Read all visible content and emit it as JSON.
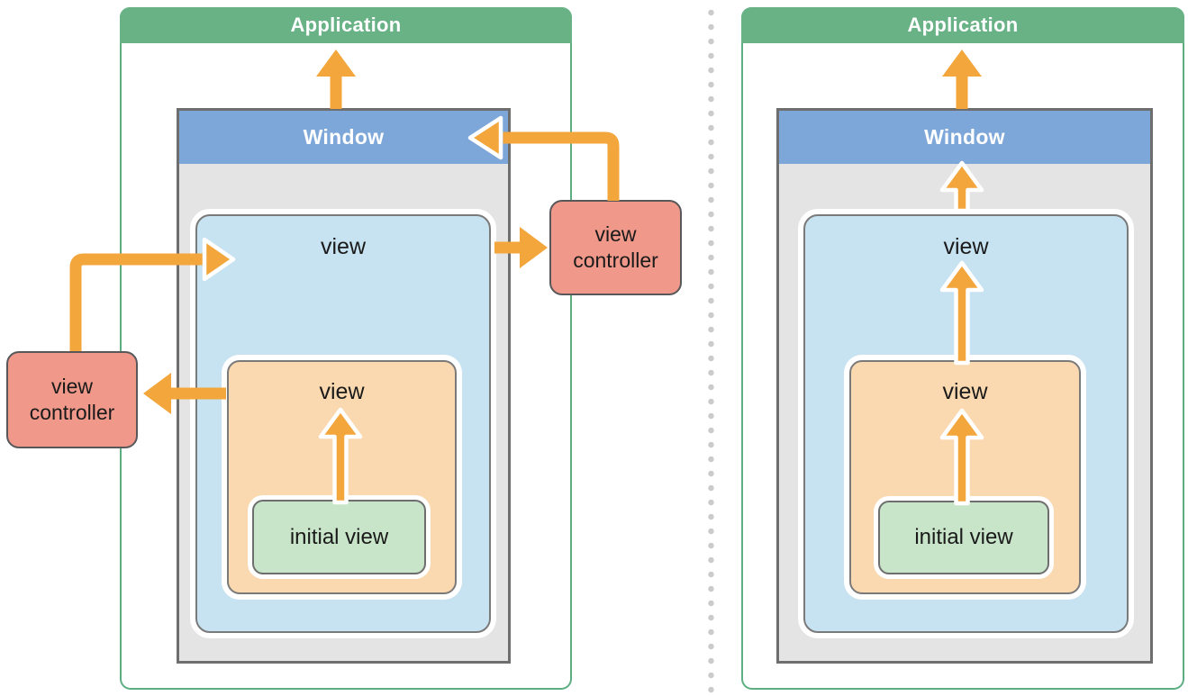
{
  "colors": {
    "app_bar_green": "#68b286",
    "panel_border_green": "#5fae81",
    "window_header_blue": "#7ea7d9",
    "window_fill_gray": "#e4e4e4",
    "window_border_gray": "#6e6e6e",
    "box_border_gray": "#7a7a7a",
    "view_fill_blue": "#c7e2f0",
    "subview_fill_orange": "#fbd9b0",
    "initial_view_fill_green": "#c8e5c9",
    "view_controller_fill": "#f0998a",
    "view_controller_border": "#58585a",
    "arrow_orange": "#f3a63b",
    "divider_dot_gray": "#cbcbcb",
    "label_dark": "#1a1a1a",
    "label_white": "#ffffff"
  },
  "left_panel": {
    "application_label": "Application",
    "window_label": "Window",
    "view_label": "view",
    "subview_label": "view",
    "initial_view_label": "initial view",
    "left_view_controller_label": "view controller",
    "right_view_controller_label": "view controller"
  },
  "right_panel": {
    "application_label": "Application",
    "window_label": "Window",
    "view_label": "view",
    "subview_label": "view",
    "initial_view_label": "initial view"
  }
}
